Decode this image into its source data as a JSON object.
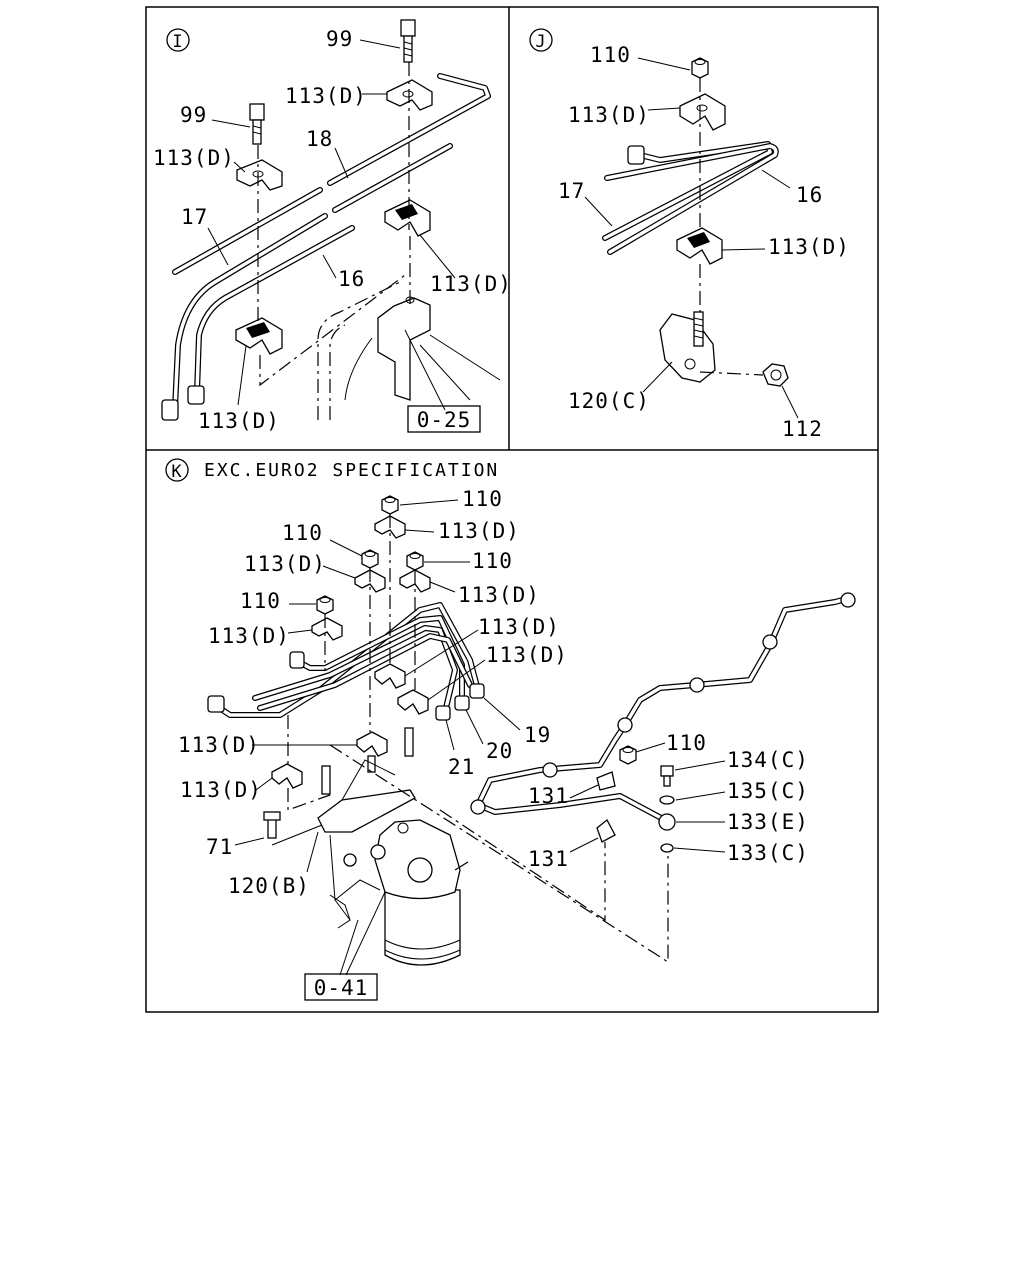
{
  "panels": {
    "I": {
      "marker": "I",
      "labels": [
        "99",
        "113(D)",
        "99",
        "18",
        "113(D)",
        "17",
        "16",
        "113(D)",
        "113(D)"
      ],
      "ref_box": "0-25"
    },
    "J": {
      "marker": "J",
      "labels": [
        "110",
        "113(D)",
        "16",
        "17",
        "113(D)",
        "120(C)",
        "112"
      ]
    },
    "K": {
      "marker": "K",
      "caption": "EXC.EURO2 SPECIFICATION",
      "labels": [
        "110",
        "113(D)",
        "110",
        "110",
        "113(D)",
        "113(D)",
        "110",
        "113(D)",
        "113(D)",
        "113(D)",
        "19",
        "20",
        "21",
        "113(D)",
        "113(D)",
        "71",
        "120(B)",
        "110",
        "134(C)",
        "131",
        "135(C)",
        "133(E)",
        "131",
        "133(C)"
      ],
      "ref_box": "0-41"
    }
  }
}
